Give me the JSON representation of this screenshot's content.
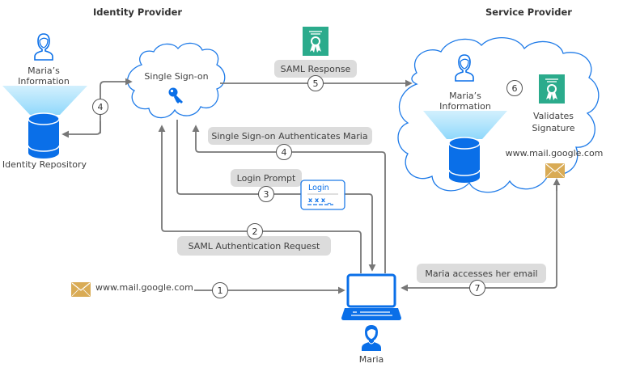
{
  "headers": {
    "identity_provider": "Identity Provider",
    "service_provider": "Service Provider"
  },
  "idp": {
    "user_info_line1": "Maria’s",
    "user_info_line2": "Information",
    "repository_label": "Identity Repository",
    "sso_label": "Single Sign-on",
    "sso_icon": "key-icon"
  },
  "sp": {
    "user_info_line1": "Maria’s",
    "user_info_line2": "Information",
    "validates_line1": "Validates",
    "validates_line2": "Signature",
    "url": "www.mail.google.com",
    "mail_icon": "envelope-icon",
    "certificate_icon": "certificate-icon"
  },
  "client": {
    "user_label": "Maria",
    "url": "www.mail.google.com",
    "login_box": {
      "title": "Login",
      "masked": "x x x _"
    }
  },
  "steps": [
    {
      "number": "1",
      "label": ""
    },
    {
      "number": "2",
      "label": "SAML Authentication Request"
    },
    {
      "number": "3",
      "label": "Login Prompt"
    },
    {
      "number": "4",
      "label": "Single Sign-on Authenticates Maria"
    },
    {
      "number": "4",
      "label": ""
    },
    {
      "number": "5",
      "label": "SAML Response"
    },
    {
      "number": "6",
      "label": ""
    },
    {
      "number": "7",
      "label": "Maria accesses her email"
    }
  ],
  "colors": {
    "accent_blue": "#0a6fe8",
    "cloud_stroke": "#1f7be8",
    "certificate_green": "#2bab8c",
    "envelope_gold": "#d9ab55",
    "arrow_gray": "#777777",
    "pill_gray": "#dcdcdc"
  }
}
